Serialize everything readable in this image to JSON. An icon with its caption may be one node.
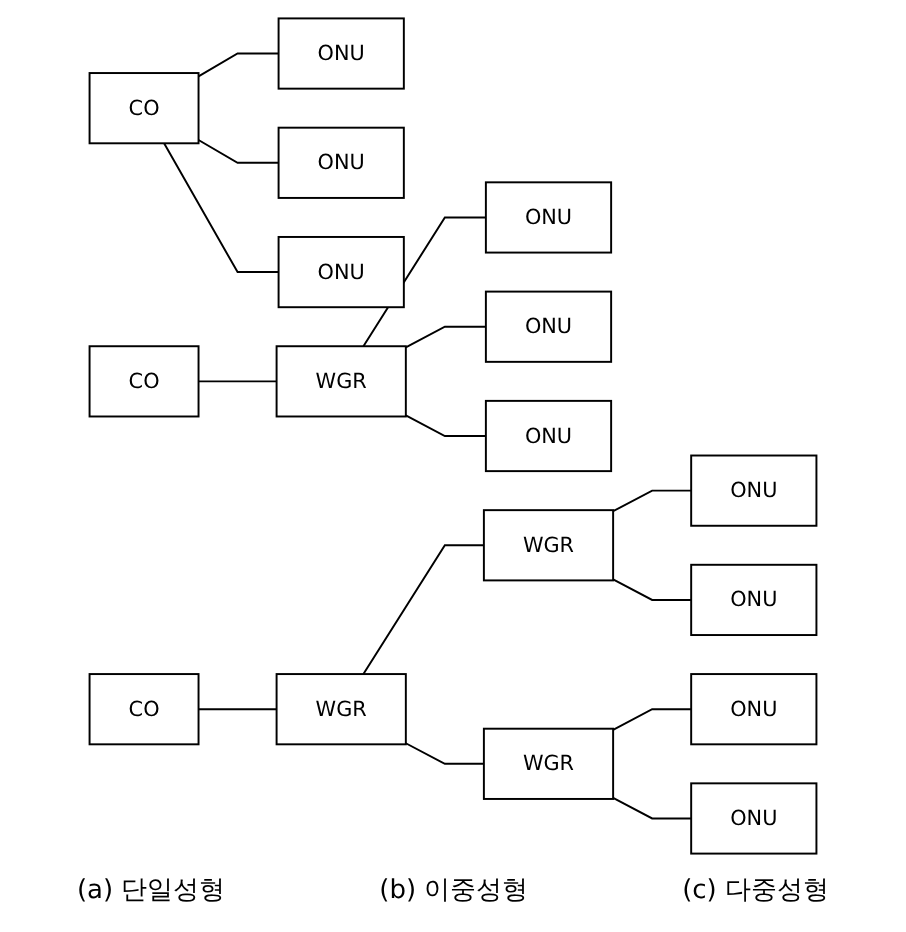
{
  "diagram": {
    "nodes": [
      {
        "text": [
          "CO"
        ]
      },
      {
        "text": [
          "ONU"
        ]
      },
      {
        "text": [
          "ONU"
        ]
      },
      {
        "text": [
          "ONU"
        ]
      },
      {
        "text": [
          "CO"
        ]
      },
      {
        "text": [
          "WGR"
        ]
      },
      {
        "text": [
          "ONU"
        ]
      },
      {
        "text": [
          "ONU"
        ]
      },
      {
        "text": [
          "ONU"
        ]
      },
      {
        "text": [
          "CO"
        ]
      },
      {
        "text": [
          "WGR"
        ]
      },
      {
        "text": [
          "WGR"
        ]
      },
      {
        "text": [
          "WGR"
        ]
      },
      {
        "text": [
          "ONU"
        ]
      },
      {
        "text": [
          "ONU"
        ]
      },
      {
        "text": [
          "ONU"
        ]
      },
      {
        "text": [
          "ONU"
        ]
      }
    ],
    "edges": [
      {
        "from": 0,
        "to": 1,
        "arrow": "none"
      },
      {
        "from": 0,
        "to": 2,
        "arrow": "none"
      },
      {
        "from": 0,
        "to": 3,
        "arrow": "none"
      },
      {
        "from": 4,
        "to": 5,
        "arrow": "none"
      },
      {
        "from": 5,
        "to": 6,
        "arrow": "none"
      },
      {
        "from": 5,
        "to": 7,
        "arrow": "none"
      },
      {
        "from": 5,
        "to": 8,
        "arrow": "none"
      },
      {
        "from": 9,
        "to": 10,
        "arrow": "none"
      },
      {
        "from": 10,
        "to": 11,
        "arrow": "none"
      },
      {
        "from": 10,
        "to": 12,
        "arrow": "none"
      },
      {
        "from": 11,
        "to": 13,
        "arrow": "none"
      },
      {
        "from": 11,
        "to": 14,
        "arrow": "none"
      },
      {
        "from": 12,
        "to": 15,
        "arrow": "none"
      },
      {
        "from": 12,
        "to": 16,
        "arrow": "none"
      }
    ],
    "labels": [
      "(a) 단일성형",
      "(b) 이중성형",
      "(c) 다중성형"
    ]
  }
}
